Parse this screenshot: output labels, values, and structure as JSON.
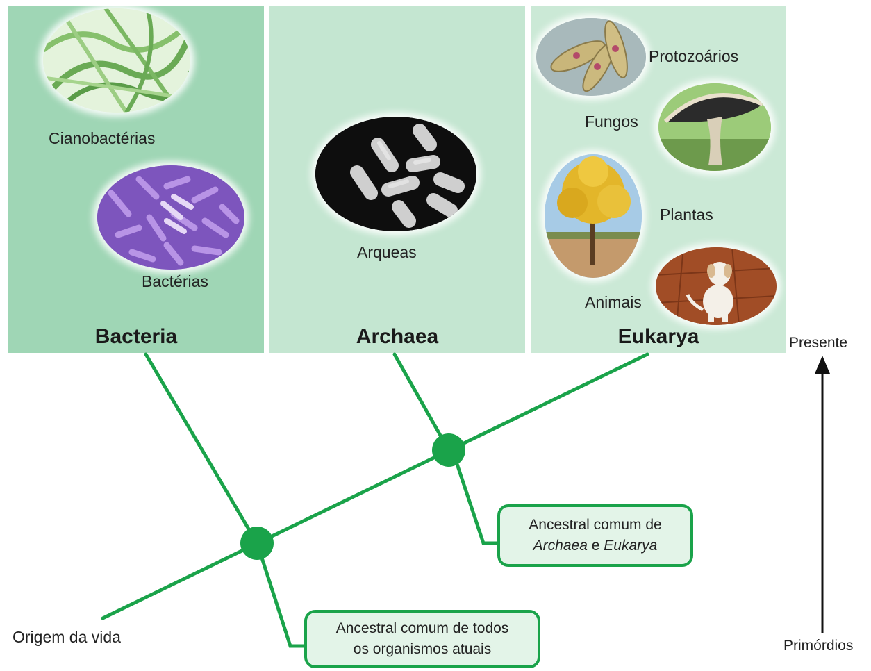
{
  "domains": {
    "bacteria": {
      "title": "Bacteria",
      "groups": [
        "Cianobactérias",
        "Bactérias"
      ]
    },
    "archaea": {
      "title": "Archaea",
      "groups": [
        "Arqueas"
      ]
    },
    "eukarya": {
      "title": "Eukarya",
      "groups": [
        "Protozoários",
        "Fungos",
        "Plantas",
        "Animais"
      ]
    }
  },
  "callouts": {
    "archaea_eukarya": {
      "line1": "Ancestral comum de",
      "name1": "Archaea",
      "conj": "e",
      "name2": "Eukarya"
    },
    "all": {
      "line1": "Ancestral comum de todos",
      "line2": "os organismos atuais"
    }
  },
  "origin_label": "Origem da vida",
  "time_axis": {
    "top": "Presente",
    "bottom": "Primórdios"
  },
  "colors": {
    "tree": "#1aa34a",
    "bacteria_panel": "#9fd6b5",
    "archaea_panel": "#c4e6d1",
    "eukarya_panel": "#cbe9d6"
  }
}
